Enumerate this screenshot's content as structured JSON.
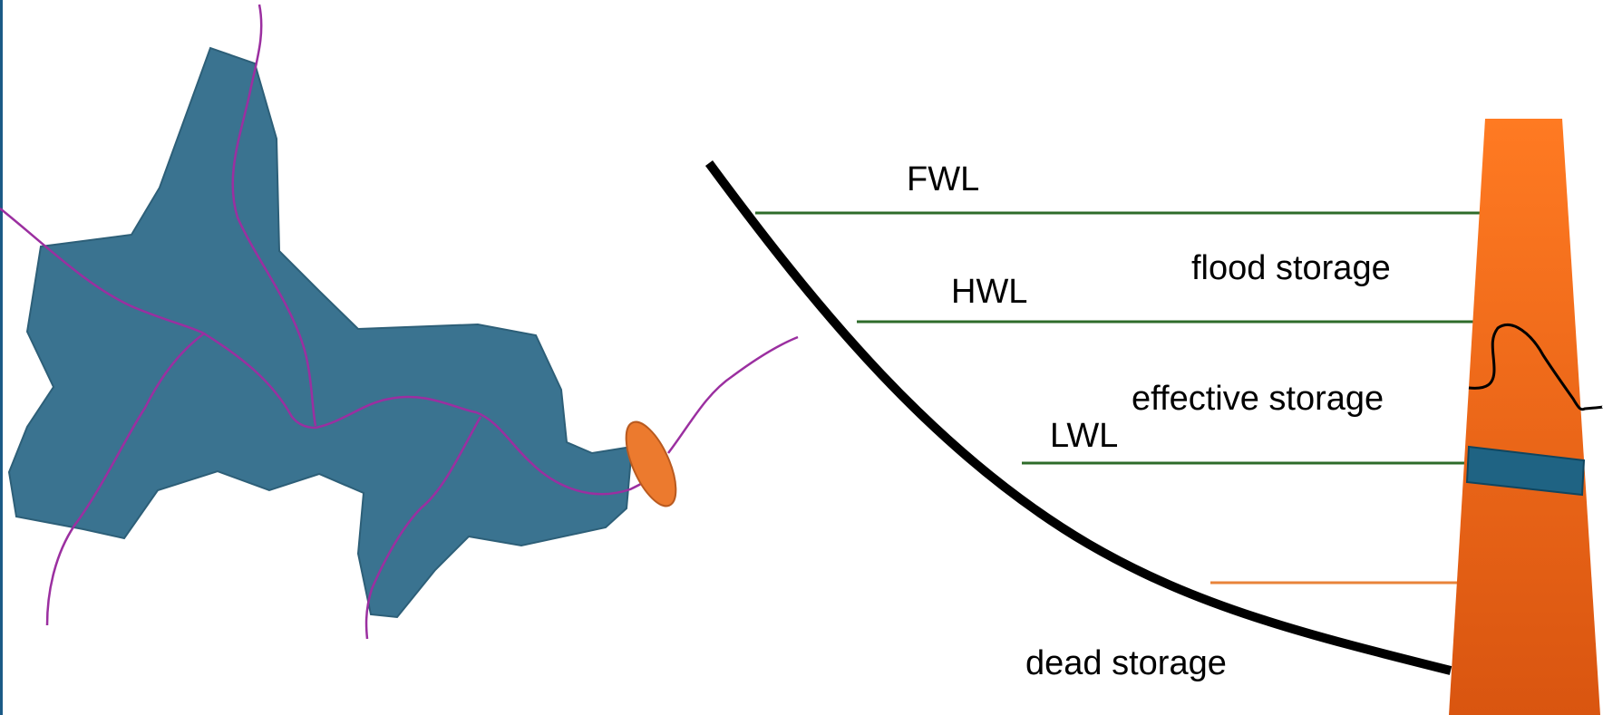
{
  "labels": {
    "fwl": "FWL",
    "hwl": "HWL",
    "lwl": "LWL",
    "flood_storage": "flood storage",
    "effective_storage": "effective storage",
    "dead_storage": "dead storage"
  },
  "colors": {
    "basin": "#3a7390",
    "basin_edge": "#2d5f78",
    "river": "#9b2fa0",
    "dam_face": "#f07a2a",
    "dam_outlet": "#ec7a2e",
    "water_line": "#2e6b2a",
    "sediment_line": "#e8833a",
    "sluice": "#1f6383",
    "left_border": "#1b5a86"
  }
}
